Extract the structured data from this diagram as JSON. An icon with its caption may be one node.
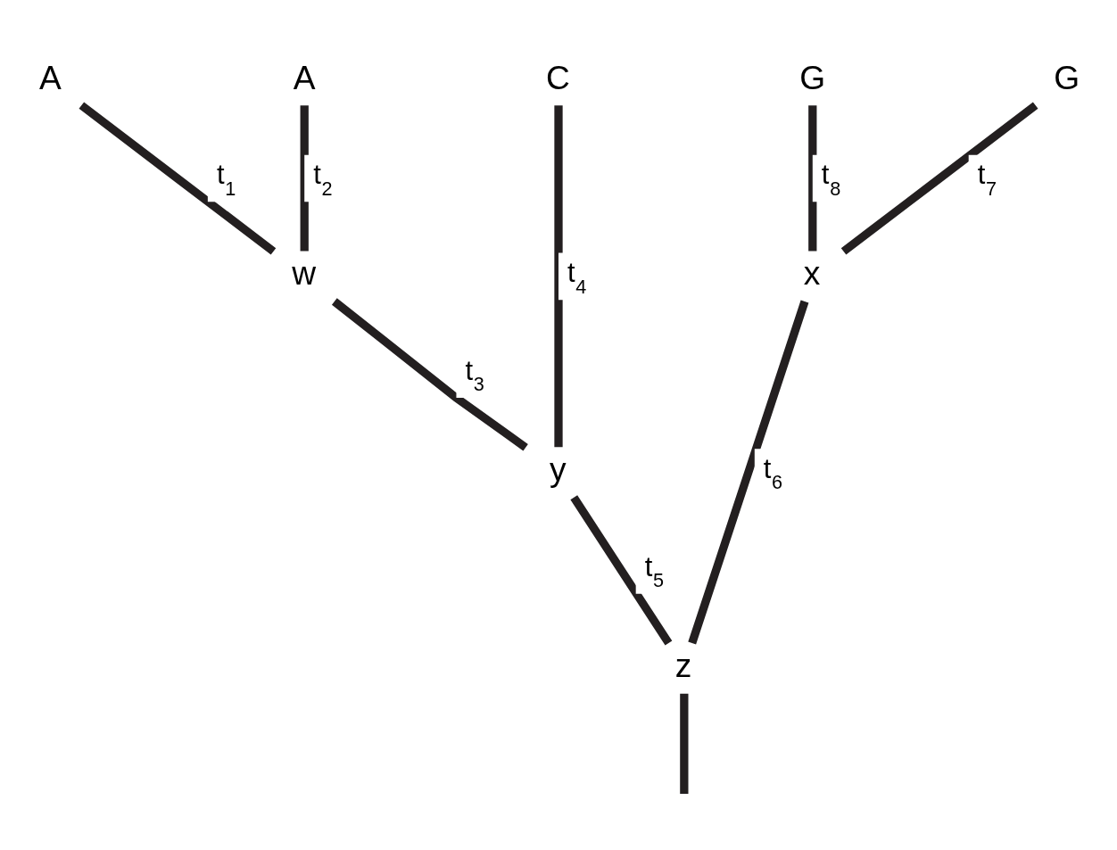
{
  "diagram": {
    "nodes": [
      {
        "text": [
          "A"
        ]
      },
      {
        "text": [
          "A"
        ]
      },
      {
        "text": [
          "C"
        ]
      },
      {
        "text": [
          "G"
        ]
      },
      {
        "text": [
          "G"
        ]
      },
      {
        "text": [
          "w"
        ]
      },
      {
        "text": [
          "y"
        ]
      },
      {
        "text": [
          "x"
        ]
      },
      {
        "text": [
          "z"
        ]
      }
    ],
    "edges": [
      {
        "from": 0,
        "to": 5,
        "arrow": "none",
        "label": "t$_{1}$"
      },
      {
        "from": 1,
        "to": 5,
        "arrow": "none",
        "label": "t$_{2}$"
      },
      {
        "from": 5,
        "to": 6,
        "arrow": "none",
        "label": "t$_{3}$"
      },
      {
        "from": 2,
        "to": 6,
        "arrow": "none",
        "label": "t$_{4}$"
      },
      {
        "from": 6,
        "to": 8,
        "arrow": "none",
        "label": "t$_{5}$"
      },
      {
        "from": 7,
        "to": 8,
        "arrow": "none",
        "label": "t$_{6}$"
      },
      {
        "from": 4,
        "to": 7,
        "arrow": "none",
        "label": "t$_{7}$"
      },
      {
        "from": 3,
        "to": 7,
        "arrow": "none",
        "label": "t$_{8}$"
      },
      {
        "from": 8,
        "to": null,
        "arrow": "none"
      }
    ]
  }
}
